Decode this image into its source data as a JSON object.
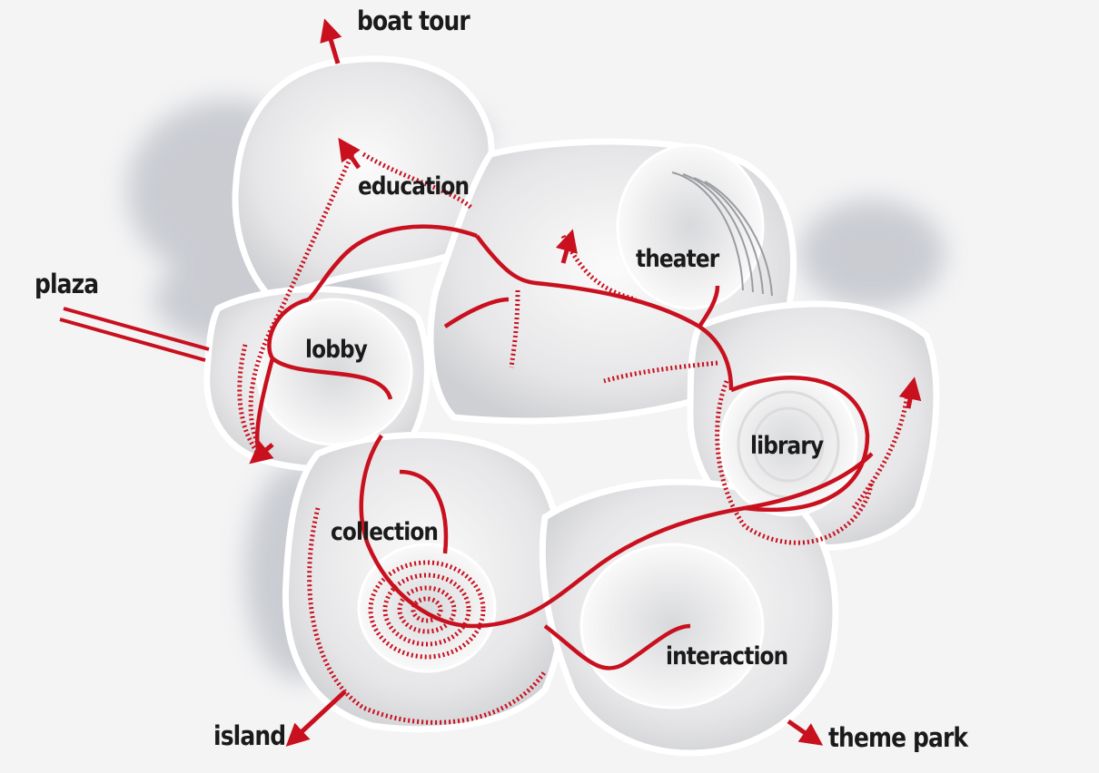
{
  "diagram": {
    "labels": {
      "boat_tour": "boat tour",
      "education": "education",
      "theater": "theater",
      "plaza": "plaza",
      "lobby": "lobby",
      "library": "library",
      "collection": "collection",
      "interaction": "interaction",
      "island": "island",
      "theme_park": "theme park"
    },
    "colors": {
      "route": "#c8101e",
      "background": "#f4f4f5",
      "floor": "#e9e9ea",
      "wall": "#ffffff",
      "shadow": "#c9cbd0",
      "label": "#1a1a1a"
    }
  }
}
